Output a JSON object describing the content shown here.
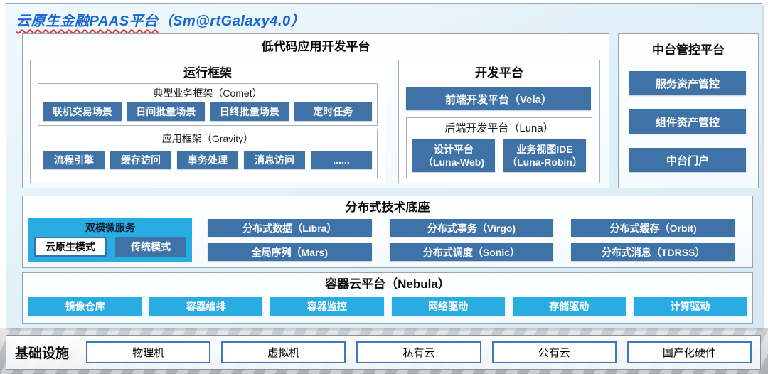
{
  "page_title": {
    "main": "云原生金融PAAS平台",
    "version": "（Sm@rtGalaxy4.0）"
  },
  "lowcode": {
    "title": "低代码应用开发平台",
    "runtime": {
      "title": "运行框架",
      "comet": {
        "title": "典型业务框架（Comet）",
        "items": [
          "联机交易场景",
          "日间批量场景",
          "日终批量场景",
          "定时任务"
        ]
      },
      "gravity": {
        "title": "应用框架（Gravity）",
        "items": [
          "流程引擎",
          "缓存访问",
          "事务处理",
          "消息访问",
          "......"
        ]
      }
    },
    "dev": {
      "title": "开发平台",
      "frontend": "前端开发平台（Vela）",
      "backend": {
        "title": "后端开发平台（Luna）",
        "items": [
          {
            "line1": "设计平台",
            "line2": "（Luna-Web)"
          },
          {
            "line1": "业务视图IDE",
            "line2": "（Luna-Robin）"
          }
        ]
      }
    }
  },
  "midplatform": {
    "title": "中台管控平台",
    "items": [
      "服务资产管控",
      "组件资产管控",
      "中台门户"
    ]
  },
  "distributed": {
    "title": "分布式技术底座",
    "dual_mode": {
      "title": "双模微服务",
      "modes": [
        "云原生模式",
        "传统模式"
      ]
    },
    "items": [
      "分布式数据（Libra）",
      "分布式事务（Virgo)",
      "分布式缓存（Orbit)",
      "全局序列（Mars)",
      "分布式调度（Sonic）",
      "分布式消息（TDRSS）"
    ]
  },
  "container_cloud": {
    "title": "容器云平台（Nebula）",
    "items": [
      "镜像仓库",
      "容器编排",
      "容器监控",
      "网络驱动",
      "存储驱动",
      "计算驱动"
    ]
  },
  "infrastructure": {
    "title": "基础设施",
    "items": [
      "物理机",
      "虚拟机",
      "私有云",
      "公有云",
      "国产化硬件"
    ]
  },
  "colors": {
    "steel_blue": "#3f73a8",
    "cyan": "#29ace2",
    "title_blue": "#1667d3",
    "underline_red": "#e03131",
    "mode_border_blue": "#2e75b6",
    "infra_border": "#3e79b8"
  }
}
